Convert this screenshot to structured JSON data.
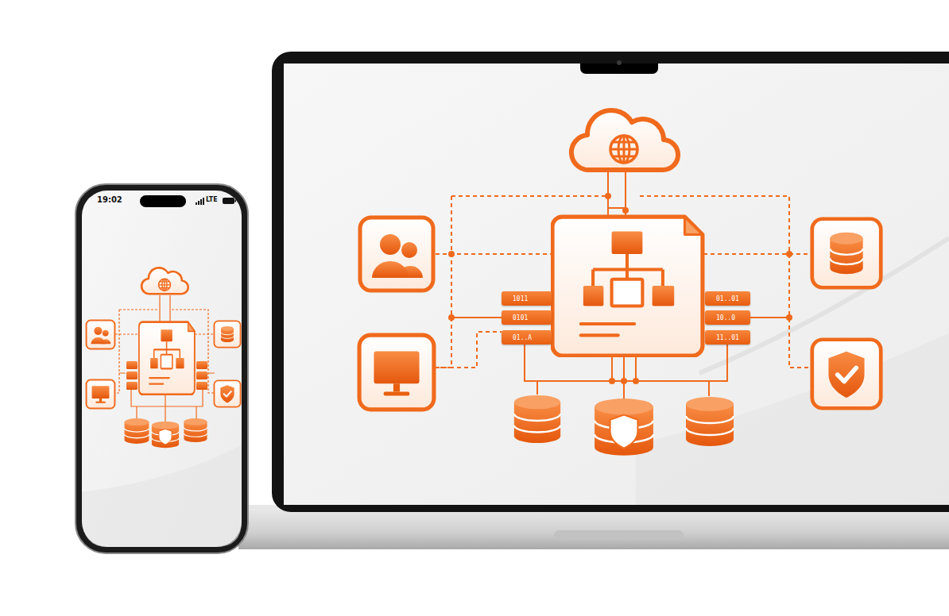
{
  "diagram": {
    "nodes": [
      {
        "text": [
          "1011"
        ]
      },
      {
        "text": [
          "0101"
        ]
      },
      {
        "text": [
          "01..A"
        ]
      },
      {
        "text": [
          "01..01"
        ]
      },
      {
        "text": [
          "10..0"
        ]
      },
      {
        "text": [
          "11..01"
        ]
      }
    ],
    "labels": [
      "19:02",
      "LTE"
    ]
  }
}
